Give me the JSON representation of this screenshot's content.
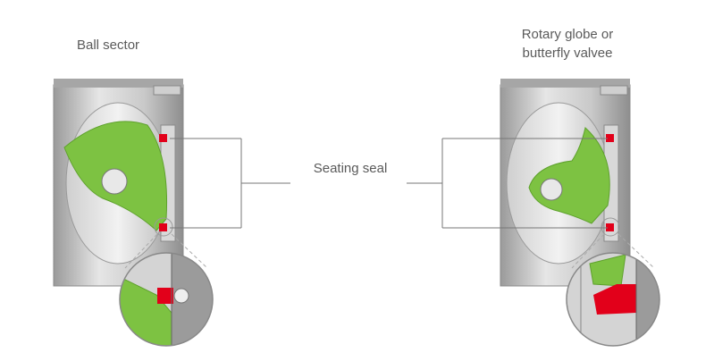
{
  "labels": {
    "left_title": "Ball sector",
    "right_title_line1": "Rotary globe or",
    "right_title_line2": "butterfly valvee",
    "center_label": "Seating seal"
  },
  "colors": {
    "disc_green": "#7dc242",
    "seal_red": "#e2001a",
    "body_gray": "#b9b9b9",
    "line_gray": "#777777"
  }
}
